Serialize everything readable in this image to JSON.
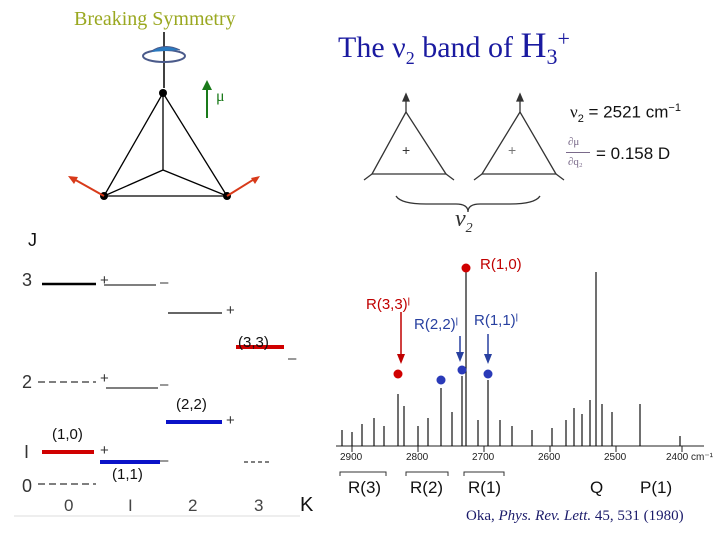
{
  "slide": {
    "heading": "Breaking Symmetry",
    "title": {
      "prefix": "The ",
      "nu": "ν",
      "nu_sub": "2",
      "middle": " band of ",
      "molecule": "H",
      "molecule_sub": "3",
      "molecule_sup": "+"
    },
    "mu_label": "μ",
    "nu2_line": {
      "nu": "ν",
      "sub": "2",
      "text": " = 2521 cm",
      "exp": "−1"
    },
    "dipole_line": {
      "num": "∂μ",
      "den": "∂q₂",
      "text": "= 0.158 D"
    },
    "nu2_brace_label": "ν",
    "nu2_brace_sub": "2",
    "plus": "+",
    "J_axis_label": "J",
    "K_axis_label": "K",
    "J_ticks": [
      "3",
      "2",
      "I",
      "0"
    ],
    "K_ticks": [
      "0",
      "I",
      "2",
      "3"
    ],
    "level_labels": {
      "l10": "(1,0)",
      "l11": "(1,1)",
      "l22": "(2,2)",
      "l33": "(3,3)"
    },
    "parity_signs": {
      "plus": "+",
      "minus": "–"
    },
    "transitions": [
      {
        "label": "R(1,0)",
        "color": "#c00000"
      },
      {
        "label": "R(3,3)ˡ",
        "color": "#c00000"
      },
      {
        "label": "R(2,2)ˡ",
        "color": "#2840a0"
      },
      {
        "label": "R(1,1)ˡ",
        "color": "#2840a0"
      }
    ],
    "spectrum_axis": [
      "2900",
      "2800",
      "2700",
      "2600",
      "2500",
      "2400 cm⁻¹"
    ],
    "branch_labels": [
      "R(3)",
      "R(2)",
      "R(1)",
      "Q",
      "P(1)"
    ],
    "citation": {
      "authors": "Oka, ",
      "journal": "Phys. Rev. Lett.",
      "rest": " 45, 531 (1980)"
    },
    "colors": {
      "heading": "#9aa820",
      "red": "#e00000",
      "blue": "#0a12c8",
      "arrow": "#d83a1a",
      "mu_arrow": "#1a7a1a"
    }
  }
}
